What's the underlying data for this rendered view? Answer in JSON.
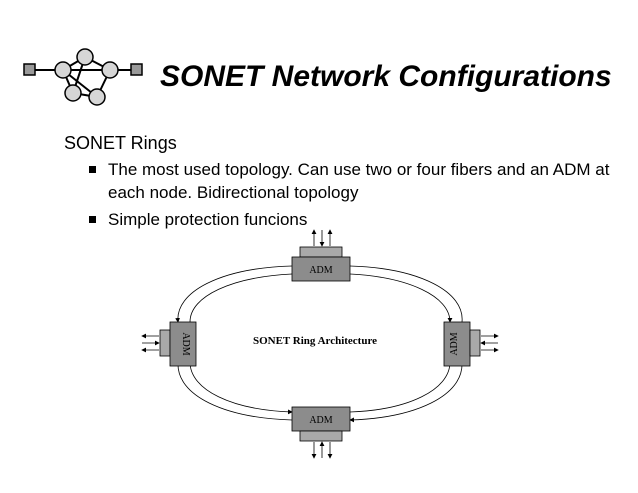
{
  "slide": {
    "title": "SONET Network Configurations",
    "heading": "SONET Rings",
    "bullets": [
      "The most used topology. Can use two or four fibers and an ADM at each node. Bidirectional topology",
      "Simple protection funcions"
    ]
  },
  "diagram": {
    "caption": "SONET Ring Architecture",
    "nodes": {
      "top": "ADM",
      "bottom": "ADM",
      "left": "ADM",
      "right": "ADM"
    }
  },
  "colors": {
    "adm_fill": "#8c8c8c",
    "connector_fill": "#a9a9a9",
    "logo_node": "#d6d6d6",
    "logo_square": "#9a9a9a"
  }
}
